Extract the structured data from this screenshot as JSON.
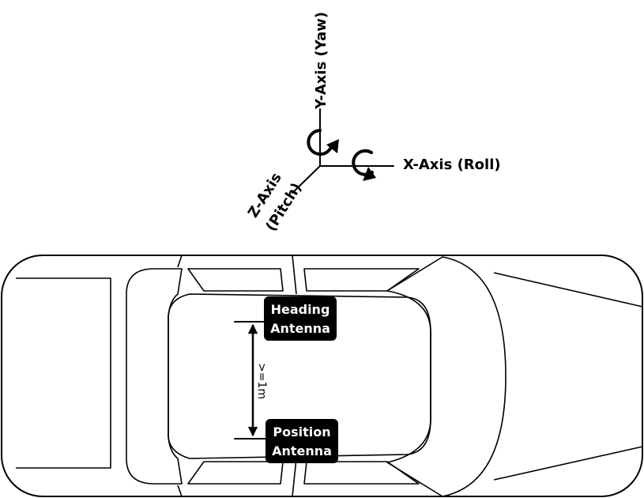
{
  "axes": {
    "y_label": "Y-Axis (Yaw)",
    "x_label": "X-Axis (Roll)",
    "z_label_line1": "Z-Axis",
    "z_label_line2": "(Pitch)"
  },
  "antennas": {
    "heading_line1": "Heading",
    "heading_line2": "Antenna",
    "position_line1": "Position",
    "position_line2": "Antenna"
  },
  "distance": {
    "label": ">=1m"
  },
  "colors": {
    "line": "#000000",
    "antenna_box": "#000000",
    "antenna_text": "#ffffff",
    "background": "#ffffff"
  }
}
